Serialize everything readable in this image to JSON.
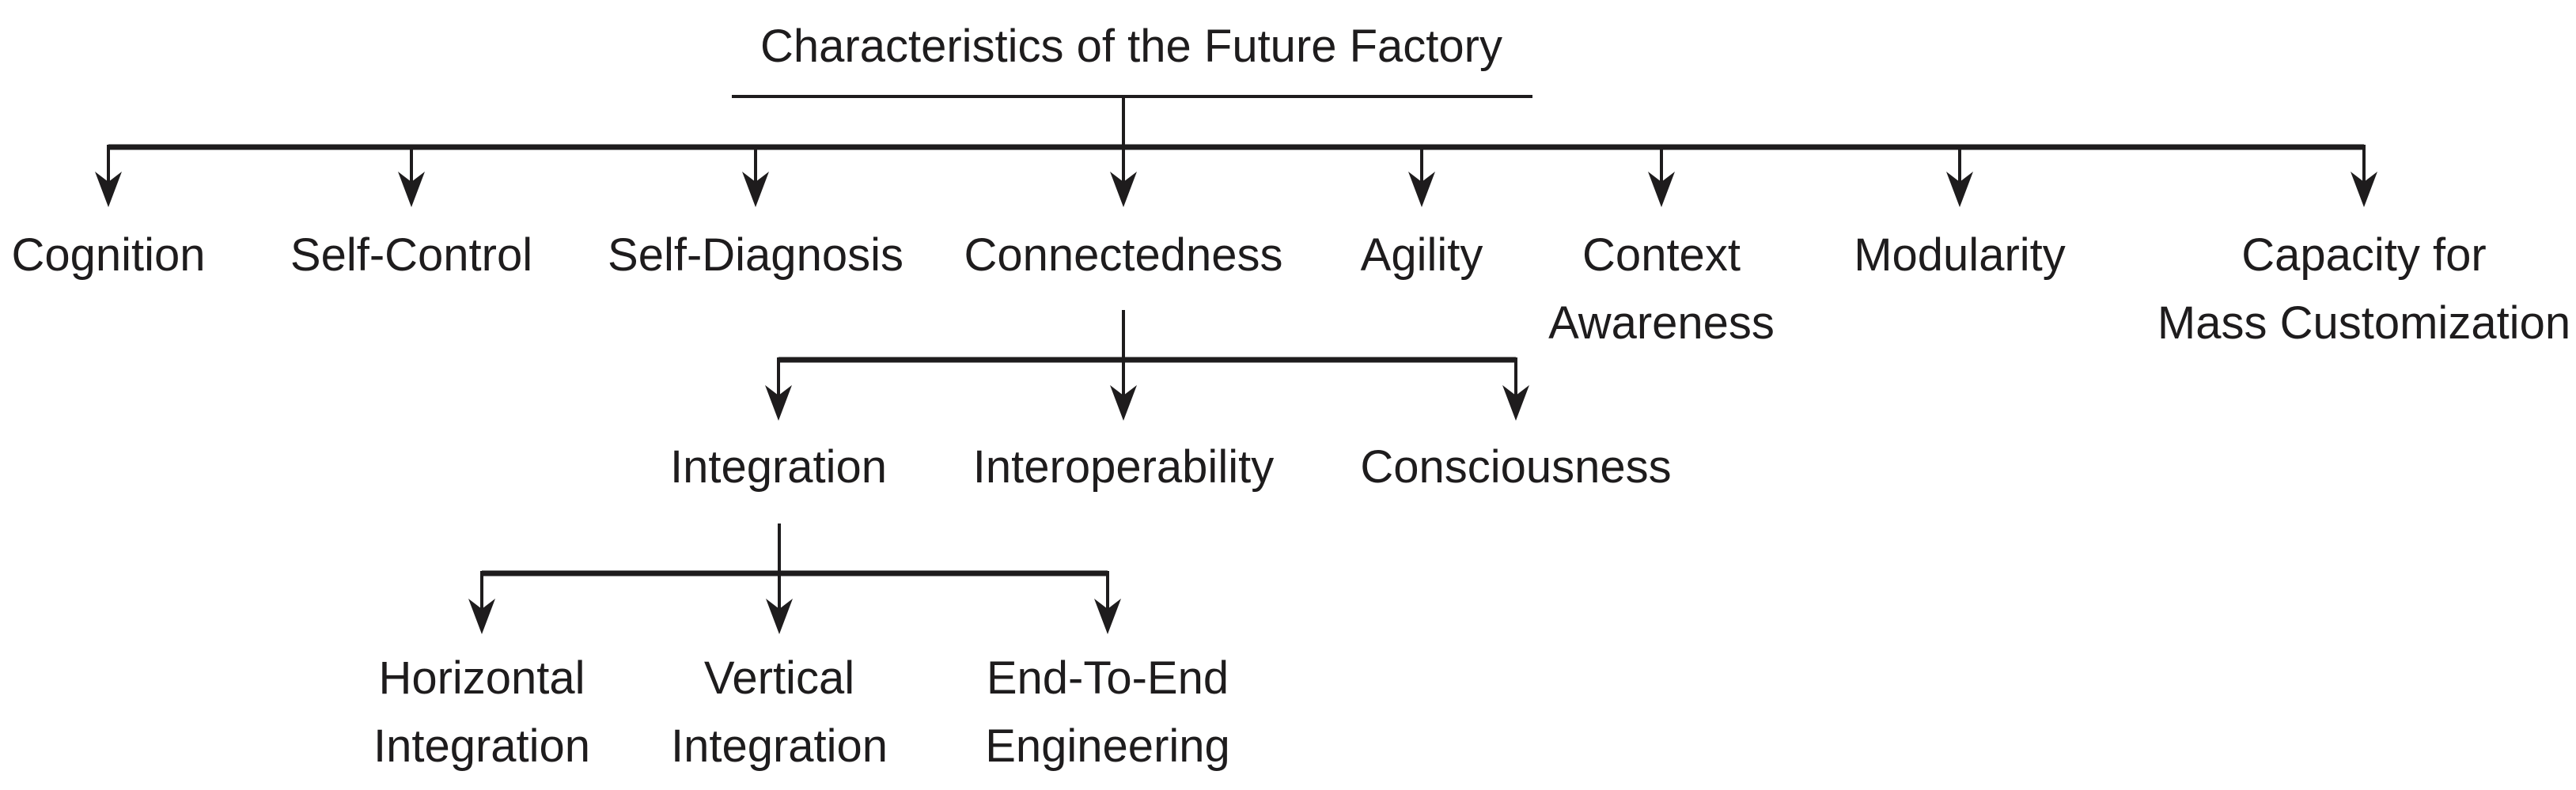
{
  "diagram": {
    "colors": {
      "ink": "#1e1c1d",
      "background": "#ffffff"
    },
    "root": {
      "label": "Characteristics of the Future Factory",
      "children": [
        {
          "id": "cognition",
          "lines": [
            "Cognition"
          ]
        },
        {
          "id": "self-control",
          "lines": [
            "Self-Control"
          ]
        },
        {
          "id": "self-diagnosis",
          "lines": [
            "Self-Diagnosis"
          ]
        },
        {
          "id": "connectedness",
          "lines": [
            "Connectedness"
          ],
          "children": [
            {
              "id": "integration",
              "lines": [
                "Integration"
              ],
              "children": [
                {
                  "id": "horizontal-integration",
                  "lines": [
                    "Horizontal",
                    "Integration"
                  ]
                },
                {
                  "id": "vertical-integration",
                  "lines": [
                    "Vertical",
                    "Integration"
                  ]
                },
                {
                  "id": "end-to-end-engineering",
                  "lines": [
                    "End-To-End",
                    "Engineering"
                  ]
                }
              ]
            },
            {
              "id": "interoperability",
              "lines": [
                "Interoperability"
              ]
            },
            {
              "id": "consciousness",
              "lines": [
                "Consciousness"
              ]
            }
          ]
        },
        {
          "id": "agility",
          "lines": [
            "Agility"
          ]
        },
        {
          "id": "context-awareness",
          "lines": [
            "Context",
            "Awareness"
          ]
        },
        {
          "id": "modularity",
          "lines": [
            "Modularity"
          ]
        },
        {
          "id": "capacity-for-mass-customization",
          "lines": [
            "Capacity for",
            "Mass Customization"
          ]
        }
      ]
    }
  }
}
